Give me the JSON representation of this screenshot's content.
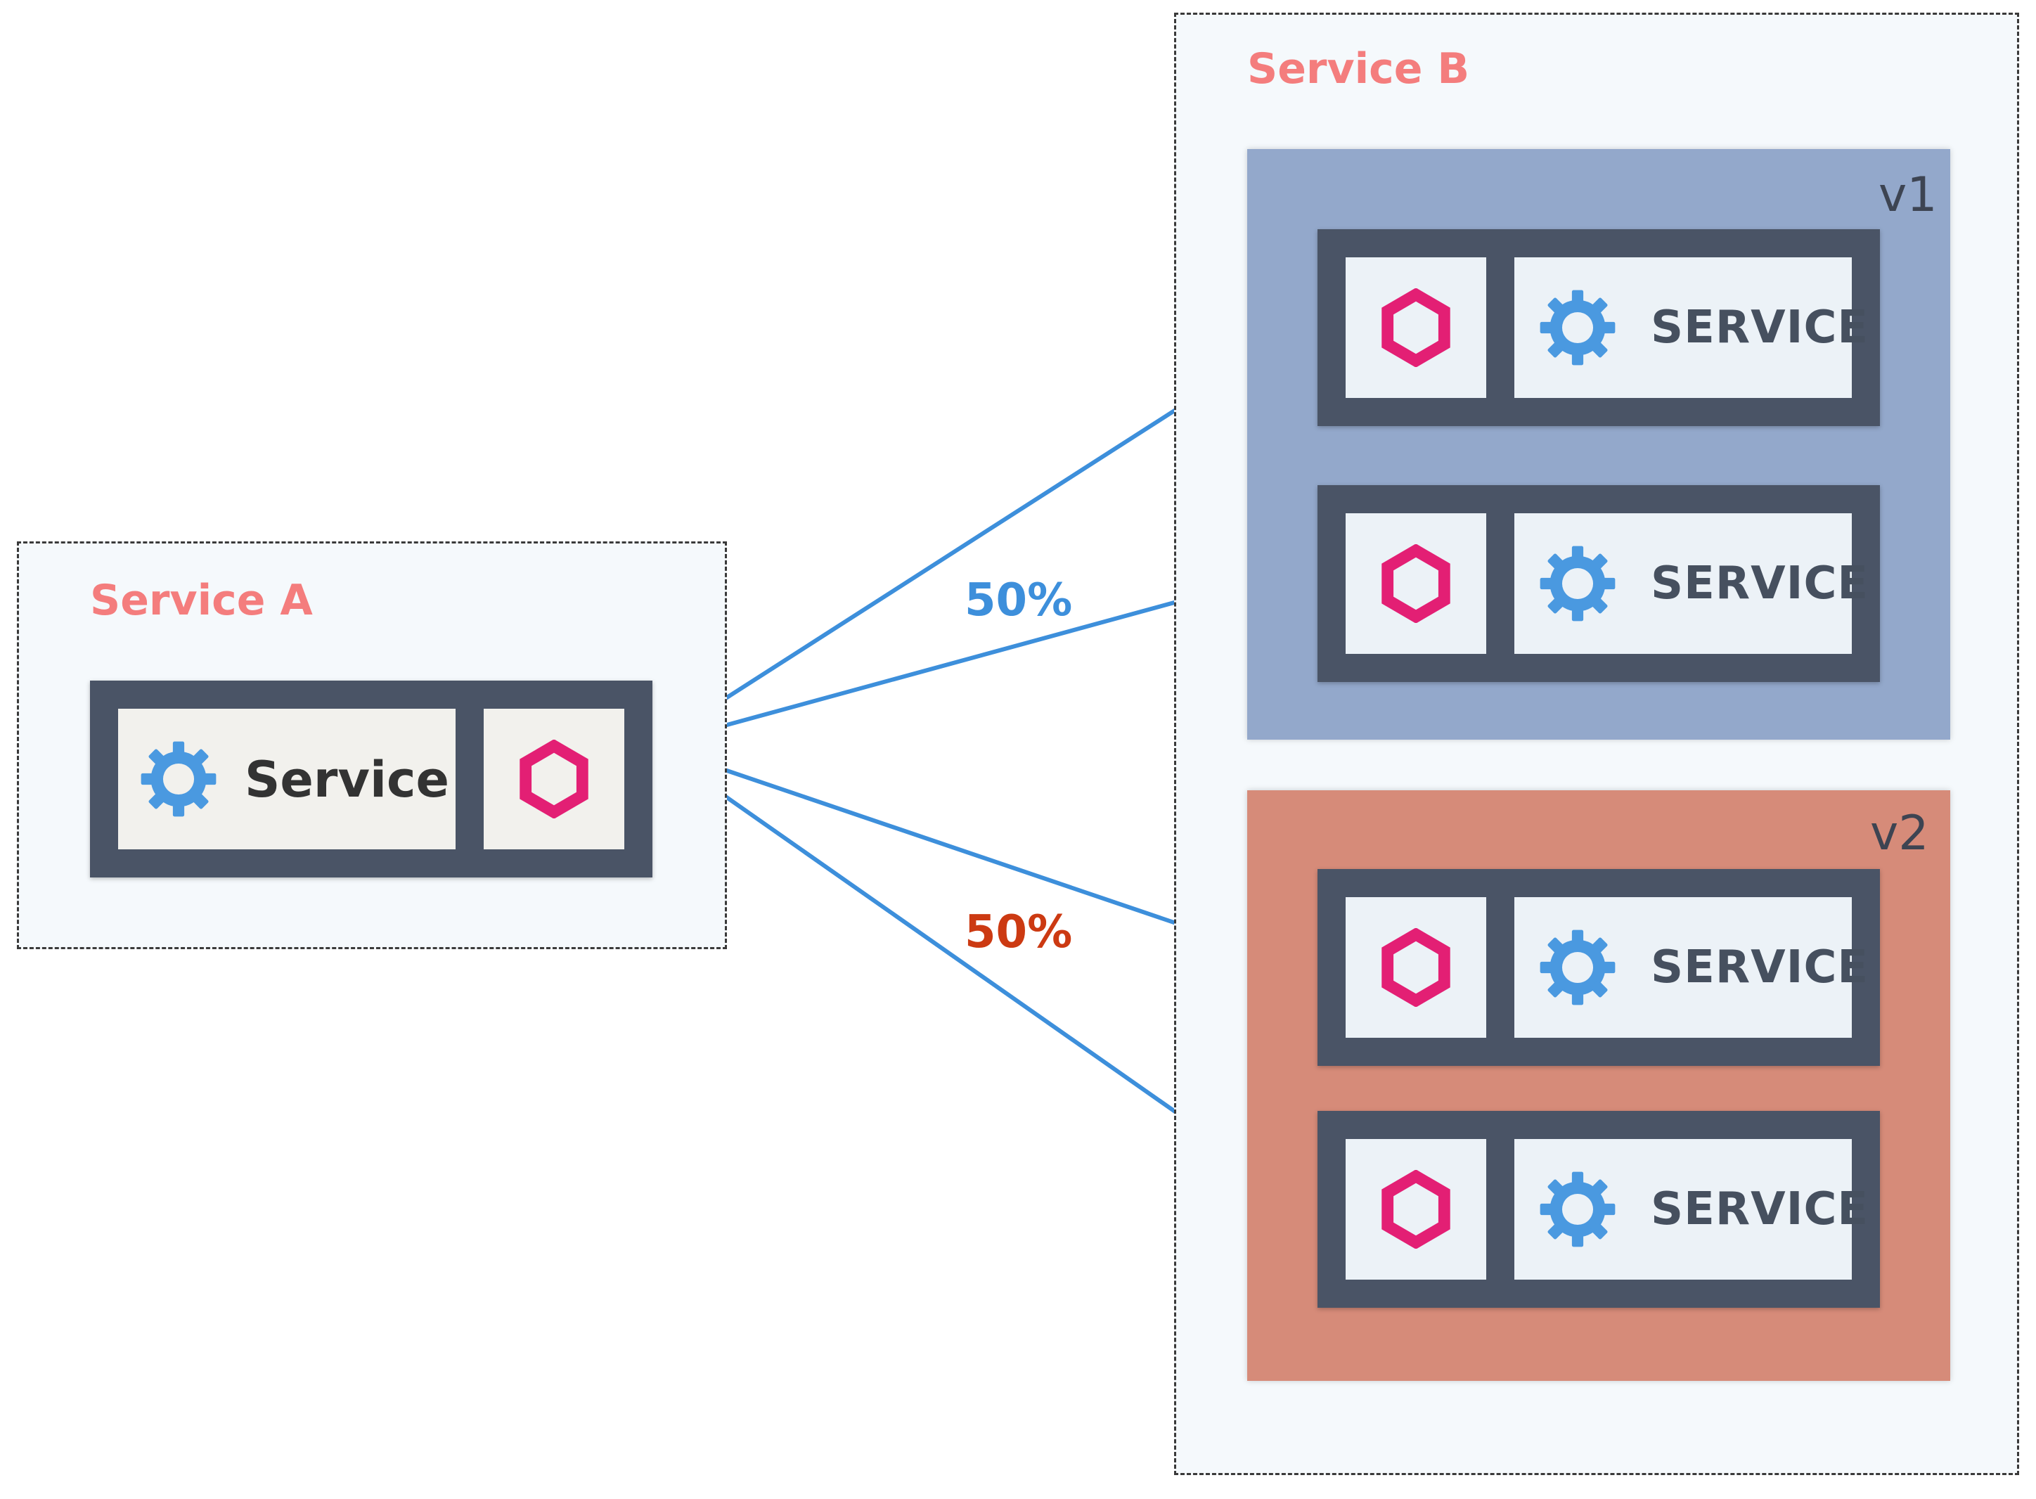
{
  "service_a": {
    "title": "Service A",
    "pod": {
      "label": "Service"
    }
  },
  "service_b": {
    "title": "Service B",
    "versions": [
      {
        "label": "v1",
        "pods": [
          {
            "label": "SERVICE"
          },
          {
            "label": "SERVICE"
          }
        ]
      },
      {
        "label": "v2",
        "pods": [
          {
            "label": "SERVICE"
          },
          {
            "label": "SERVICE"
          }
        ]
      }
    ]
  },
  "traffic_split": {
    "v1": "50%",
    "v2": "50%"
  },
  "icons": {
    "workload": "gear-icon",
    "proxy": "hexagon-icon"
  },
  "colors": {
    "group_title": "#f47d7d",
    "v1_background": "#93a8cb",
    "v2_background": "#d68b79",
    "pod_frame": "#4a5466",
    "gear": "#4a99e0",
    "hexagon": "#e31f74",
    "arrow": "#3d8fdb",
    "pct_v1": "#3d8fdb",
    "pct_v2": "#cc3a12"
  }
}
